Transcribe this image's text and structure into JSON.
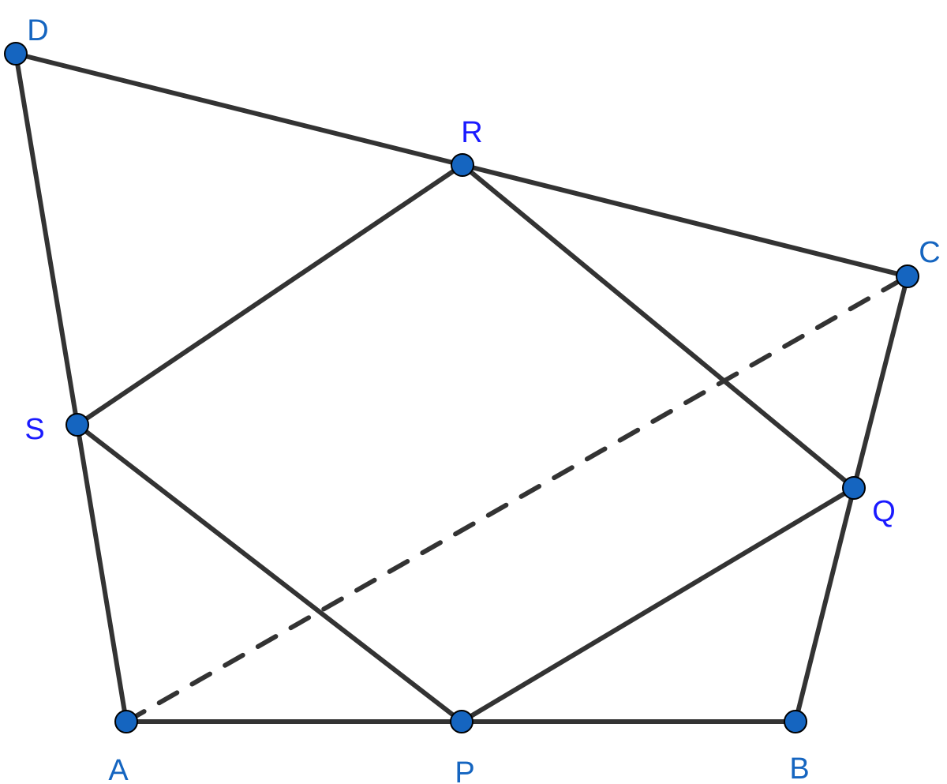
{
  "colors": {
    "edge": "#333333",
    "vertex_fill": "#1565c0",
    "vertex_stroke": "#000000",
    "label_dark": "#1565c0",
    "label_bright": "#1a1aff"
  },
  "points": [
    {
      "id": "A",
      "label": "A",
      "label_color": "label_dark"
    },
    {
      "id": "B",
      "label": "B",
      "label_color": "label_dark"
    },
    {
      "id": "C",
      "label": "C",
      "label_color": "label_dark"
    },
    {
      "id": "D",
      "label": "D",
      "label_color": "label_dark"
    },
    {
      "id": "P",
      "label": "P",
      "label_color": "label_dark"
    },
    {
      "id": "Q",
      "label": "Q",
      "label_color": "label_bright"
    },
    {
      "id": "R",
      "label": "R",
      "label_color": "label_bright"
    },
    {
      "id": "S",
      "label": "S",
      "label_color": "label_bright"
    }
  ],
  "segments": [
    {
      "from": "A",
      "to": "P",
      "style": "solid"
    },
    {
      "from": "P",
      "to": "B",
      "style": "solid"
    },
    {
      "from": "B",
      "to": "Q",
      "style": "solid"
    },
    {
      "from": "Q",
      "to": "C",
      "style": "solid"
    },
    {
      "from": "C",
      "to": "R",
      "style": "solid"
    },
    {
      "from": "R",
      "to": "D",
      "style": "solid"
    },
    {
      "from": "D",
      "to": "S",
      "style": "solid"
    },
    {
      "from": "S",
      "to": "A",
      "style": "solid"
    },
    {
      "from": "P",
      "to": "Q",
      "style": "solid"
    },
    {
      "from": "Q",
      "to": "R",
      "style": "solid"
    },
    {
      "from": "R",
      "to": "S",
      "style": "solid"
    },
    {
      "from": "S",
      "to": "P",
      "style": "solid"
    },
    {
      "from": "A",
      "to": "C",
      "style": "dashed"
    }
  ]
}
